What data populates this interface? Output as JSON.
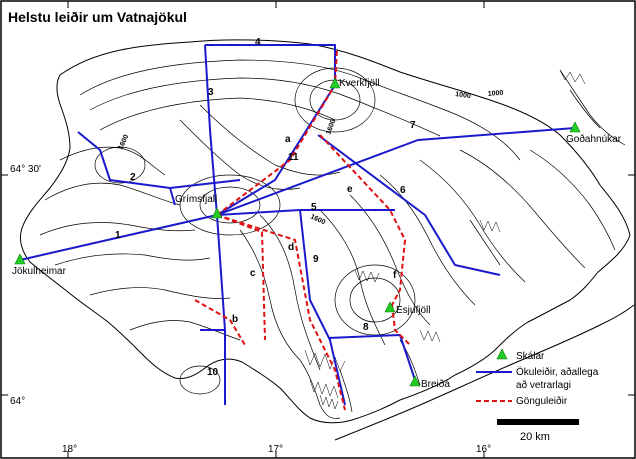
{
  "title": "Helstu leiðir um Vatnajökul",
  "huts": [
    {
      "id": "kverkfjoll",
      "label": "Kverkfjöll"
    },
    {
      "id": "godahnukar",
      "label": "Goðahnúkar"
    },
    {
      "id": "grimsfjall",
      "label": "Grímsfjall"
    },
    {
      "id": "jokulheimar",
      "label": "Jökulheimar"
    },
    {
      "id": "esjufjoll",
      "label": "Esjufjöll"
    },
    {
      "id": "breida",
      "label": "Breiðá"
    }
  ],
  "routes": [
    {
      "number": "1"
    },
    {
      "number": "2"
    },
    {
      "number": "3"
    },
    {
      "number": "4"
    },
    {
      "number": "5"
    },
    {
      "number": "6"
    },
    {
      "number": "7"
    },
    {
      "number": "8"
    },
    {
      "number": "9"
    },
    {
      "number": "10"
    },
    {
      "number": "11"
    }
  ],
  "walking_routes": [
    {
      "letter": "a"
    },
    {
      "letter": "b"
    },
    {
      "letter": "c"
    },
    {
      "letter": "d"
    },
    {
      "letter": "e"
    },
    {
      "letter": "f"
    }
  ],
  "contour_labels": [
    "1600",
    "1600",
    "1600",
    "1000",
    "1000"
  ],
  "coordinates": {
    "lat_top": "64° 30'",
    "lat_bottom": "64°",
    "lon_labels": [
      "18°",
      "17°",
      "16°"
    ]
  },
  "legend": {
    "huts": "Skálar",
    "ski_routes_line1": "Ökuleiðir, aðallega",
    "ski_routes_line2": "að vetrarlagi",
    "walking": "Gönguleiðir"
  },
  "scale_label": "20 km",
  "colors": {
    "ski_route": "#1a1acc",
    "walking_route": "#e01010",
    "hut": "#22cc22",
    "contour": "#000000",
    "background": "#ffffff"
  }
}
